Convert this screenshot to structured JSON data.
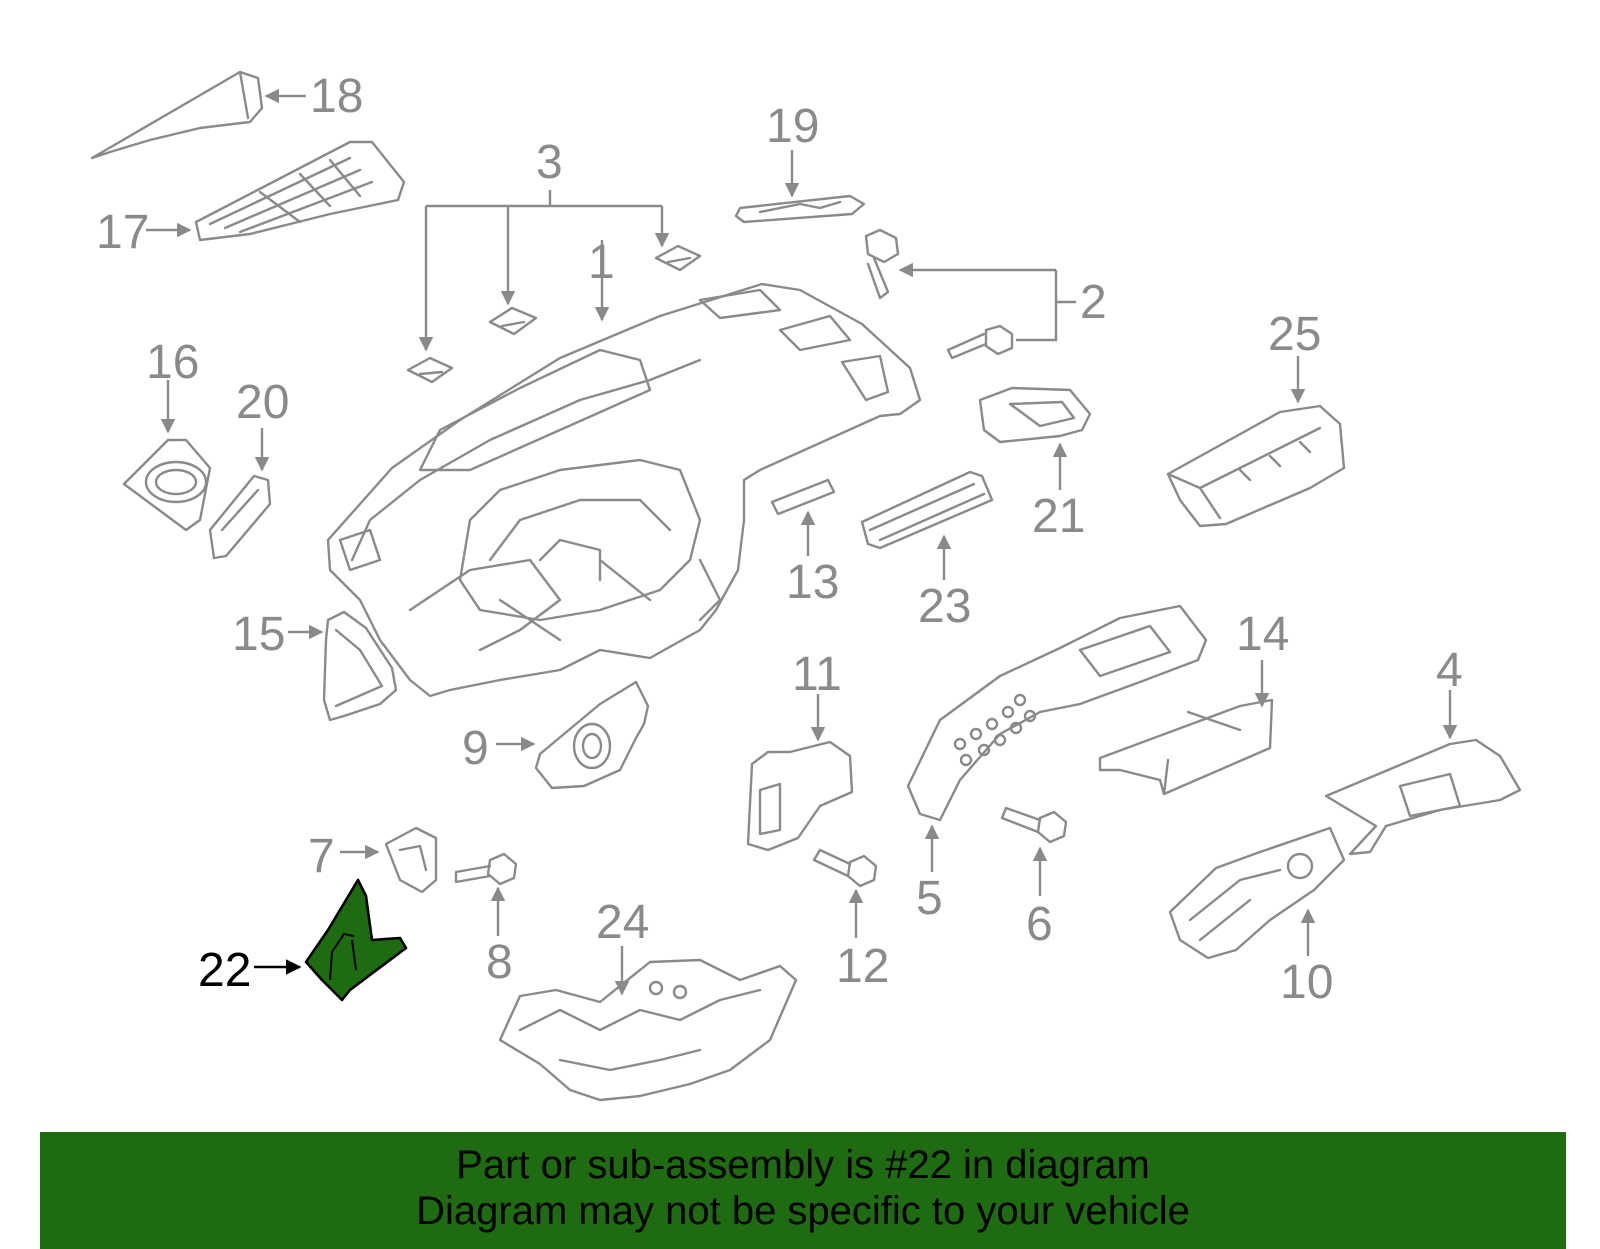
{
  "highlight": {
    "part_number": "22",
    "color": "#1f6b12"
  },
  "callouts": [
    "1",
    "2",
    "3",
    "4",
    "5",
    "6",
    "7",
    "8",
    "9",
    "10",
    "11",
    "12",
    "13",
    "14",
    "15",
    "16",
    "17",
    "18",
    "19",
    "20",
    "21",
    "22",
    "23",
    "24",
    "25"
  ],
  "banner": {
    "line1": "Part or sub-assembly is #22 in diagram",
    "line2": "Diagram may not be specific to your vehicle"
  }
}
